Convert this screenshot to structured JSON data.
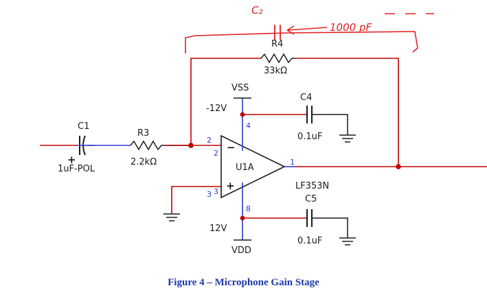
{
  "components": {
    "c1": {
      "ref": "C1",
      "value": "1uF-POL",
      "polarity": "+"
    },
    "r3": {
      "ref": "R3",
      "value": "2.2kΩ"
    },
    "r4": {
      "ref": "R4",
      "value": "33kΩ"
    },
    "c4": {
      "ref": "C4",
      "value": "0.1uF"
    },
    "c5": {
      "ref": "C5",
      "value": "0.1uF"
    },
    "u1": {
      "ref": "U1A",
      "part": "LF353N",
      "minus": "−",
      "plus": "+"
    }
  },
  "supplies": {
    "vss": {
      "name": "VSS",
      "voltage": "-12V"
    },
    "vdd": {
      "name": "VDD",
      "voltage": "12V"
    }
  },
  "pins": {
    "p1": "1",
    "p2": "2",
    "p3": "3",
    "p4": "4",
    "p8": "8"
  },
  "nodes": {
    "n2": "2",
    "n3": "3"
  },
  "annotation": {
    "label": "C₂",
    "value": "1000 pF"
  },
  "caption": "Figure 4 – Microphone Gain Stage",
  "colors": {
    "wire": "#c00000",
    "pin_label": "#2a3bd0",
    "annotation": "#e02020",
    "caption": "#1f3aa8",
    "node": "#c00000"
  }
}
